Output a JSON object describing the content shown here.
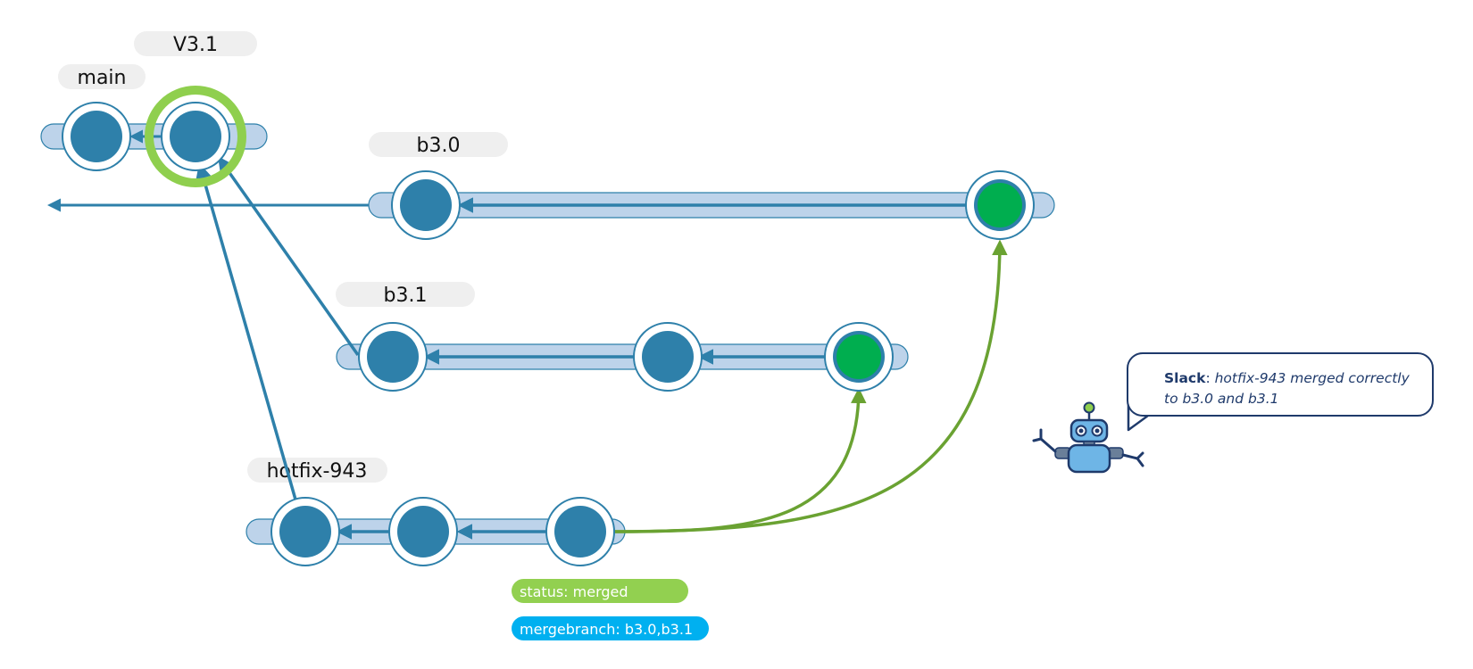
{
  "branches": {
    "main": {
      "label": "main"
    },
    "v31": {
      "label": "V3.1"
    },
    "b30": {
      "label": "b3.0"
    },
    "b31": {
      "label": "b3.1"
    },
    "hotfix": {
      "label": "hotfix-943"
    }
  },
  "tags": {
    "status": "status: merged",
    "mergebranch": "mergebranch: b3.0,b3.1"
  },
  "notification": {
    "source": "Slack",
    "separator": ": ",
    "message": "hotfix-943 merged correctly to b3.0 and b3.1"
  },
  "colors": {
    "commit_fill": "#2e80aa",
    "merged_commit_fill": "#00ae4f",
    "lane_fill": "#bdd3ea",
    "arrow": "#2e80aa",
    "merge_arrow": "#6aa232",
    "highlight_ring": "#8fcf4e",
    "label_bg": "#efefef",
    "status_tag": "#92d050",
    "mergebranch_tag": "#00b0f0",
    "bubble_border": "#1f3a6b",
    "robot_body": "#6eb5e6"
  },
  "icons": {
    "robot": "robot-icon",
    "speech_bubble": "speech-bubble-icon"
  }
}
